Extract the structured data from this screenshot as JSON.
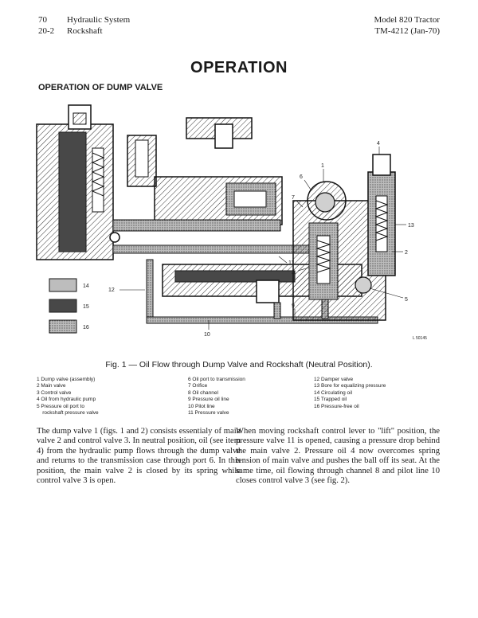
{
  "header": {
    "left_rows": [
      {
        "num": "70",
        "text": "Hydraulic System"
      },
      {
        "num": "20-2",
        "text": "Rockshaft"
      }
    ],
    "right_rows": [
      "Model 820 Tractor",
      "TM-4212 (Jan-70)"
    ]
  },
  "title": "OPERATION",
  "subtitle": "OPERATION OF DUMP VALVE",
  "figure": {
    "callouts": [
      "1",
      "2",
      "3",
      "4",
      "5",
      "6",
      "7",
      "9",
      "10",
      "11",
      "12",
      "13"
    ],
    "shading_key": [
      "14",
      "15",
      "16"
    ],
    "image_code": "L 50145"
  },
  "caption": "Fig. 1 — Oil Flow through Dump Valve and Rockshaft (Neutral Position).",
  "legend": {
    "col1": [
      "1  Dump valve (assembly)",
      "2  Main valve",
      "3  Control valve",
      "4  Oil from hydraulic pump",
      "5  Pressure oil port to",
      "    rockshaft pressure valve"
    ],
    "col2": [
      "6  Oil port to transmission",
      "7  Orifice",
      "8  Oil channel",
      "9  Pressure oil line",
      "10  Pilot line",
      "11  Pressure valve"
    ],
    "col3": [
      "12  Damper valve",
      "13  Bore for equalizing pressure",
      "14  Circulating oil",
      "15  Trapped oil",
      "16  Pressure-free oil"
    ]
  },
  "body": {
    "left": "The dump valve 1 (figs. 1 and 2) consists essentialy of main valve 2 and control valve 3. In neutral position, oil (see item 4) from the hydraulic pump flows through the dump valve and returns to the transmission case through port 6. In this position, the main valve 2 is closed by its spring while control valve 3 is open.",
    "right": "When moving rockshaft control lever to \"lift\" position, the pressure valve 11 is opened, causing a pressure drop behind the main valve 2. Pressure oil 4 now overcomes spring tension of main valve and pushes the ball off its seat. At the same time, oil flowing through channel 8 and pilot line 10 closes control valve 3 (see fig. 2)."
  }
}
